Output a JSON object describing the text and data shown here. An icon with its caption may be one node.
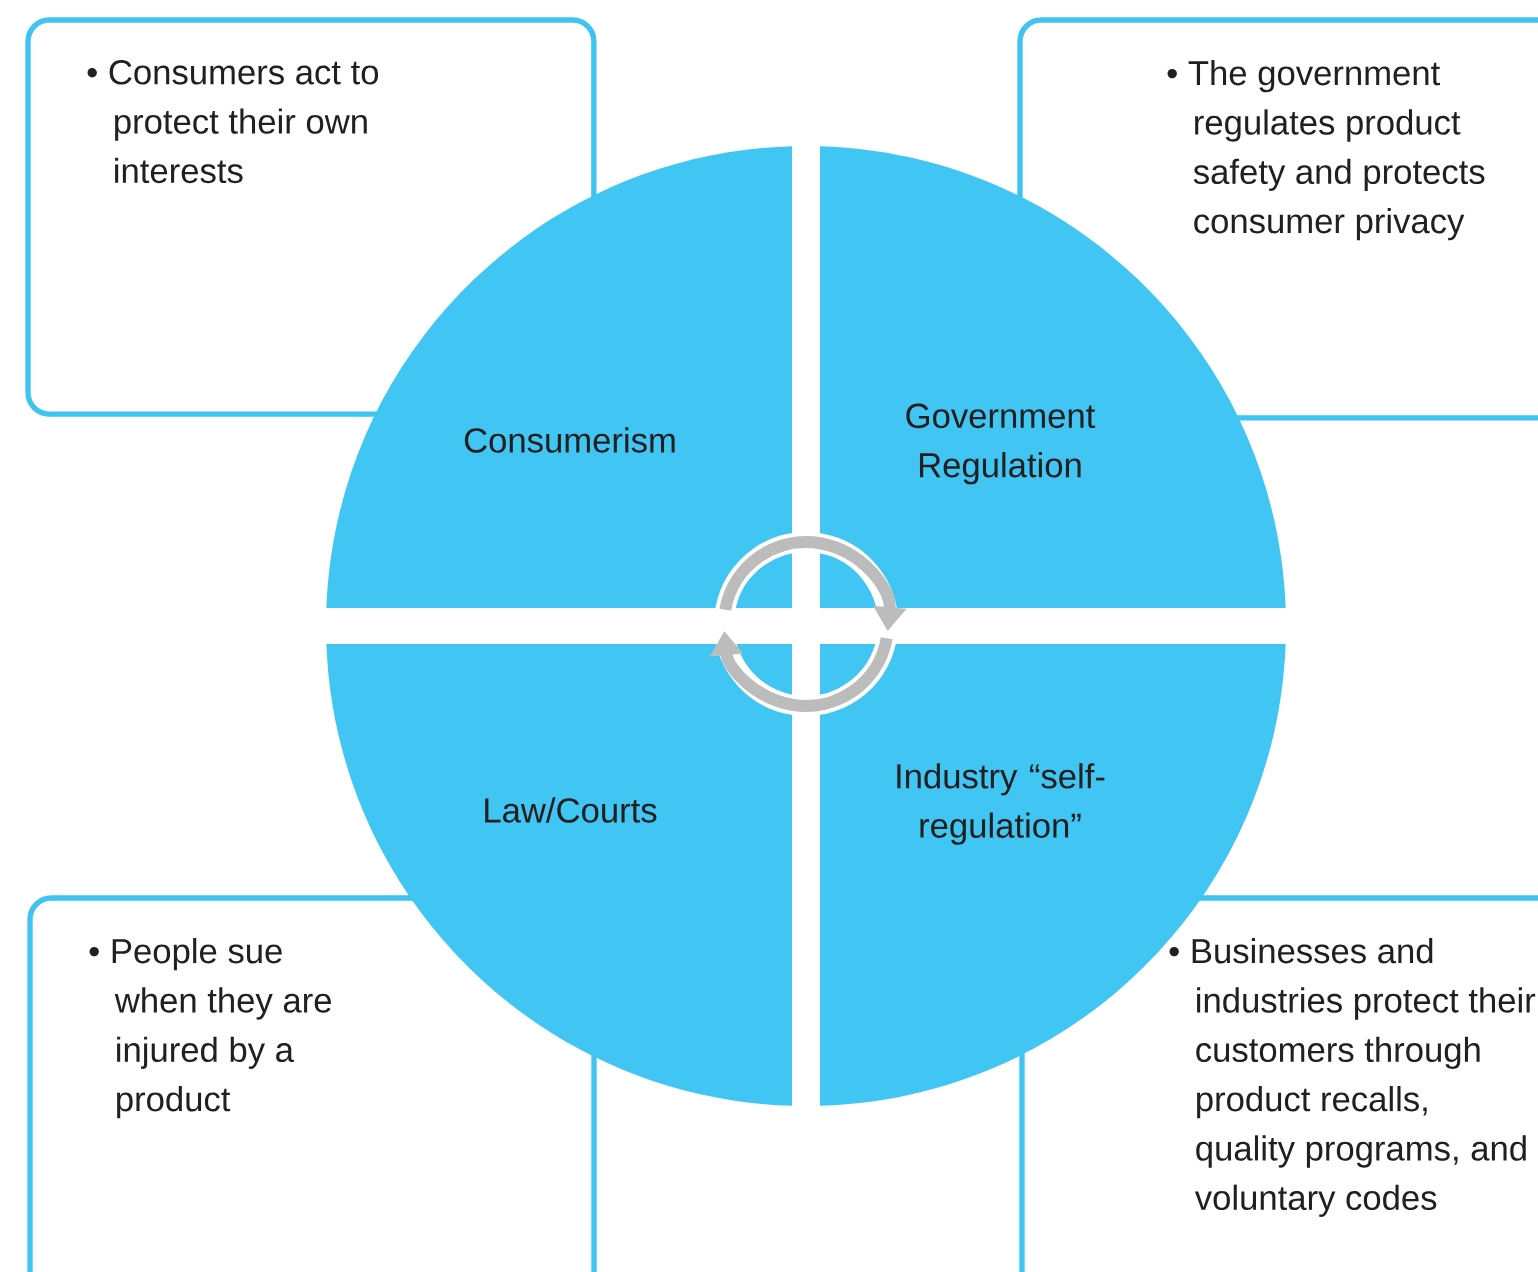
{
  "diagram": {
    "nodes": [
      {
        "text": [
          "• Consumers act to protect their own interests"
        ]
      },
      {
        "text": [
          "Consumerism"
        ]
      },
      {
        "text": [
          "• The government regulates product safety and protects consumer privacy"
        ]
      },
      {
        "text": [
          "Government Regulation"
        ]
      },
      {
        "text": [
          "Law/Courts"
        ]
      },
      {
        "text": [
          "Industry “self-regulation”"
        ]
      },
      {
        "text": [
          "• People sue when they are injured by a product"
        ]
      },
      {
        "text": [
          "• Businesses and industries protect their customers through product recalls, quality programs, and voluntary codes"
        ]
      },
      {
        "text": [],
        "shape": "picture"
      }
    ]
  }
}
